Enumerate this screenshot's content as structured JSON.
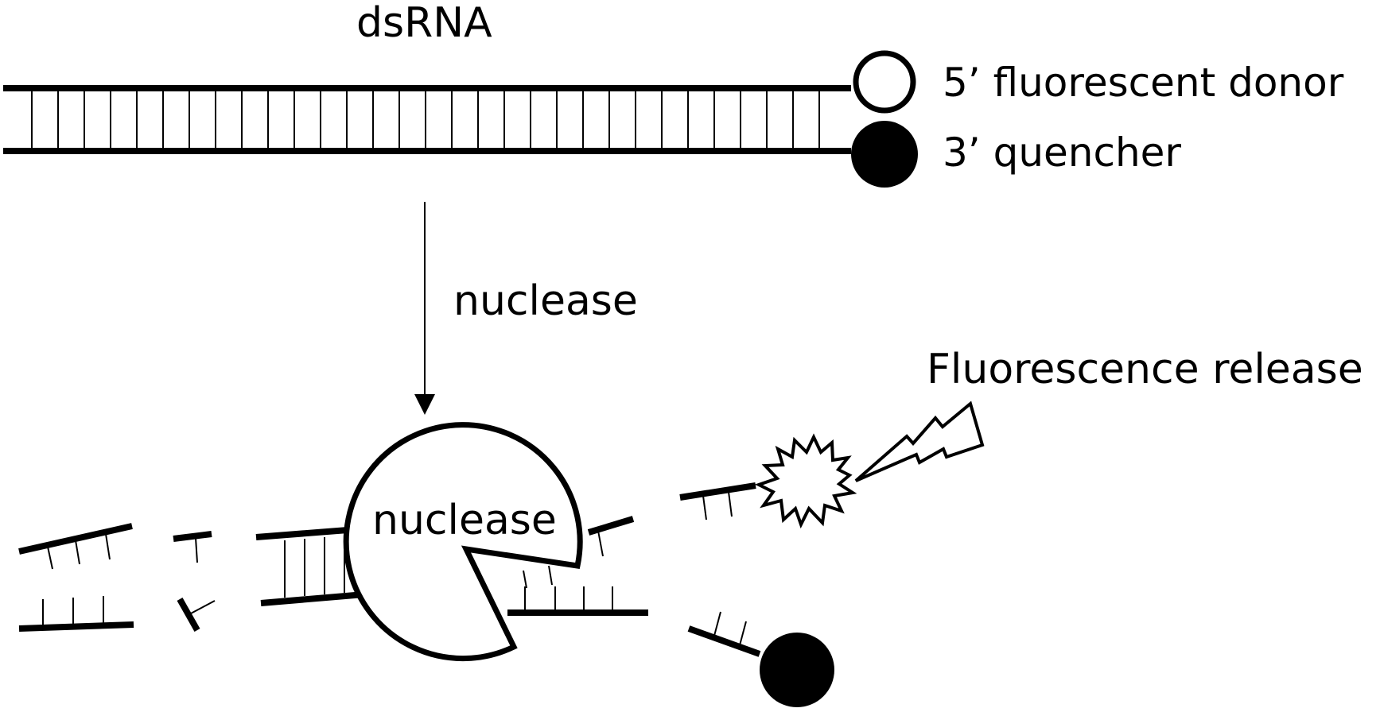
{
  "labels": {
    "dsrna": "dsRNA",
    "donor": "5’ fluorescent donor",
    "quencher": "3’ quencher",
    "arrow_label": "nuclease",
    "enzyme": "nuclease",
    "release": "Fluorescence release"
  },
  "colors": {
    "ink": "#000000",
    "background": "#ffffff"
  }
}
